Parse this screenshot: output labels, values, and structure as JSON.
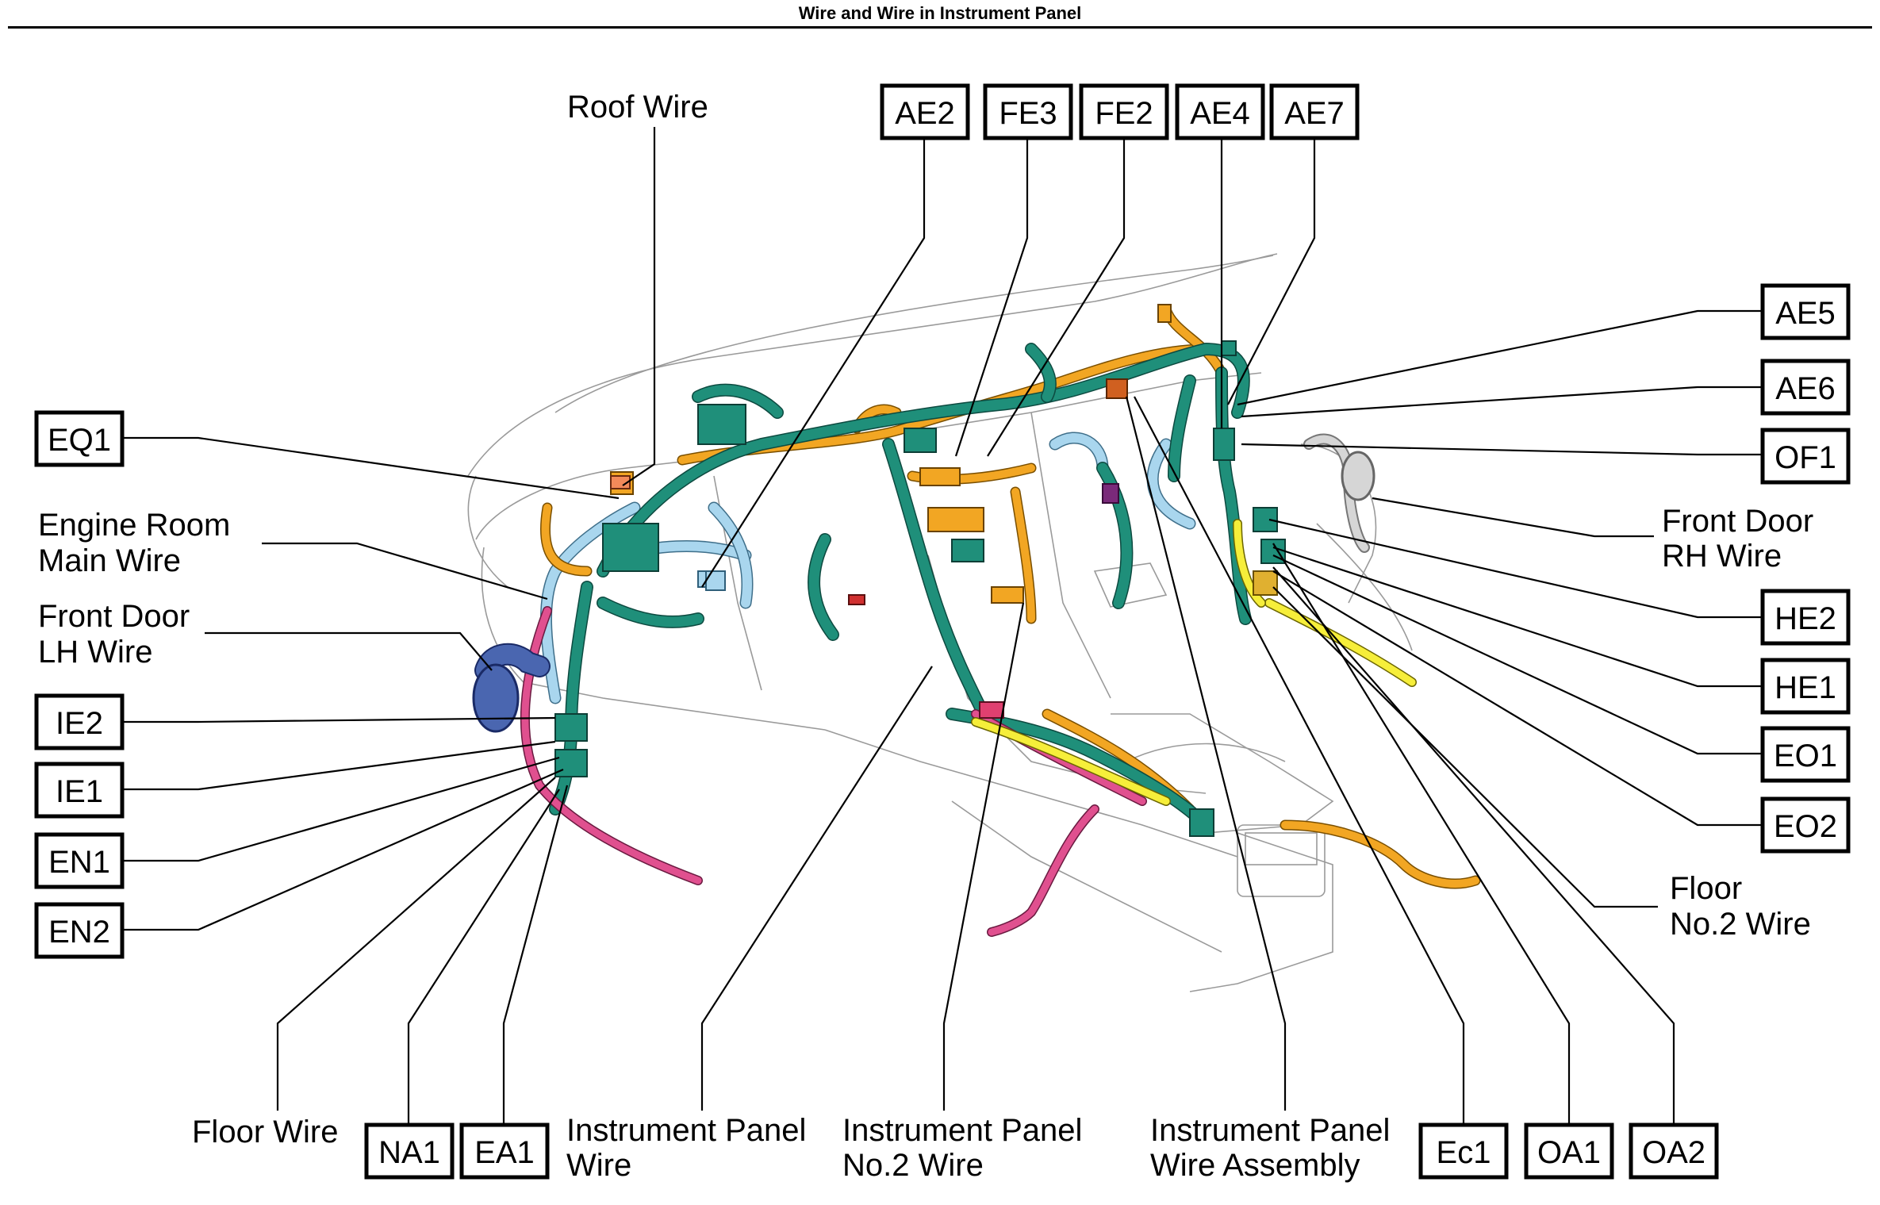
{
  "header": {
    "title": "Wire and Wire in Instrument Panel"
  },
  "callouts": {
    "ae2": "AE2",
    "fe3": "FE3",
    "fe2": "FE2",
    "ae4": "AE4",
    "ae7": "AE7",
    "ae5": "AE5",
    "ae6": "AE6",
    "of1": "OF1",
    "he2": "HE2",
    "he1": "HE1",
    "eo1": "EO1",
    "eo2": "EO2",
    "eq1": "EQ1",
    "ie2": "IE2",
    "ie1": "IE1",
    "en1": "EN1",
    "en2": "EN2",
    "na1": "NA1",
    "ea1": "EA1",
    "ec1": "Ec1",
    "oa1": "OA1",
    "oa2": "OA2"
  },
  "labels": {
    "roof_wire": "Roof Wire",
    "engine_room_main_wire": [
      "Engine Room",
      "Main Wire"
    ],
    "front_door_lh_wire": [
      "Front Door",
      "LH Wire"
    ],
    "front_door_rh_wire": [
      "Front Door",
      "RH Wire"
    ],
    "floor_no2_wire": [
      "Floor",
      "No.2 Wire"
    ],
    "floor_wire": "Floor Wire",
    "instrument_panel_wire": [
      "Instrument Panel",
      "Wire"
    ],
    "instrument_panel_no2_wire": [
      "Instrument Panel",
      "No.2 Wire"
    ],
    "instrument_panel_wire_assembly": [
      "Instrument Panel",
      "Wire Assembly"
    ]
  },
  "colors": {
    "wire_green": "#1f8f7a",
    "wire_orange": "#f2a623",
    "wire_light_blue": "#a9d6ee",
    "wire_pink": "#e0508f",
    "wire_yellow": "#f6ee3a",
    "wire_navy": "#4a66b0"
  }
}
